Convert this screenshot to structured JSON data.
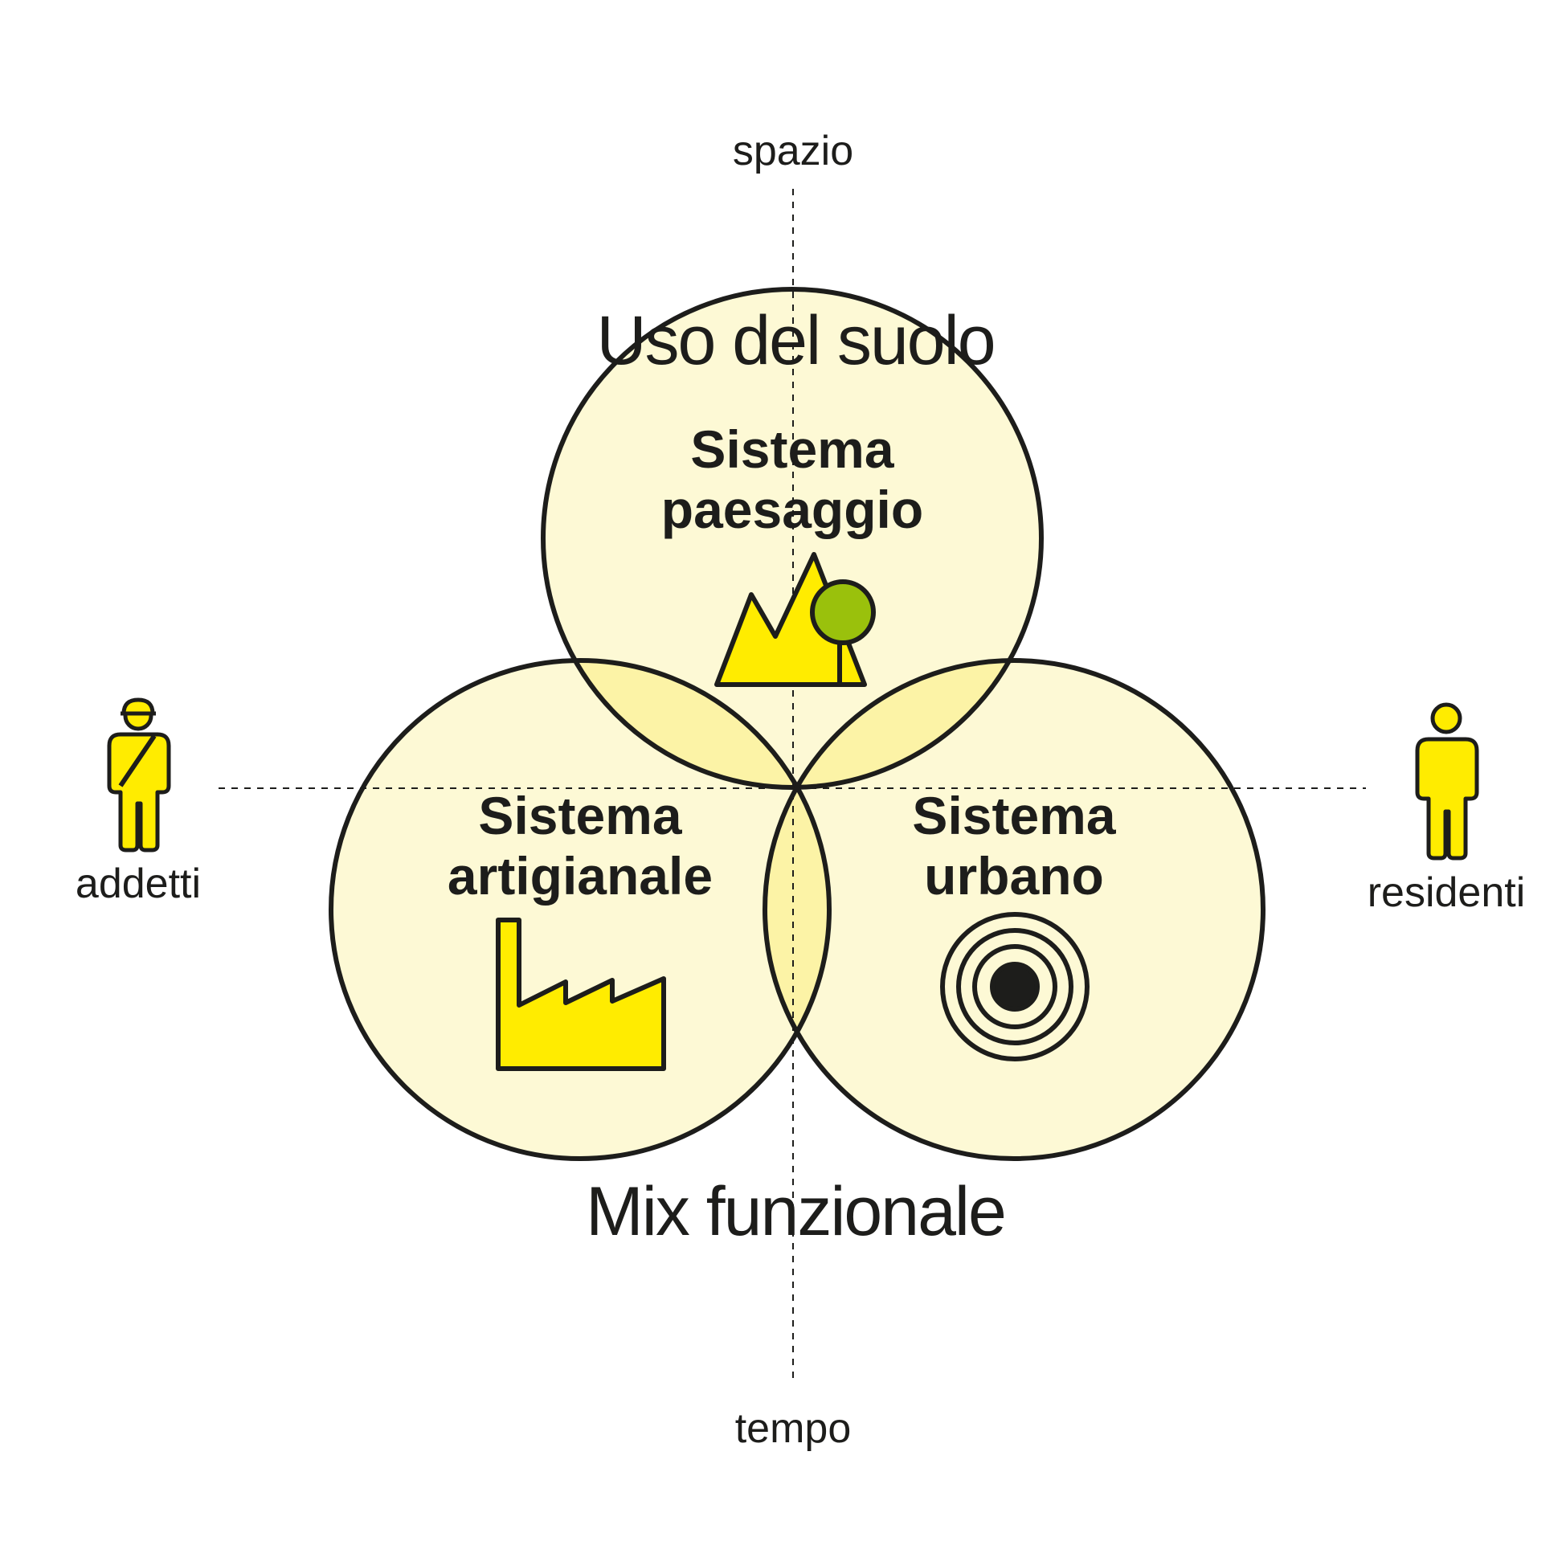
{
  "axes": {
    "top": "spazio",
    "bottom": "tempo",
    "left": "addetti",
    "right": "residenti"
  },
  "headings": {
    "top": "Uso del suolo",
    "bottom": "Mix funzionale"
  },
  "systems": [
    {
      "line1": "Sistema",
      "line2": "paesaggio",
      "icon": "landscape-icon"
    },
    {
      "line1": "Sistema",
      "line2": "artigianale",
      "icon": "factory-icon"
    },
    {
      "line1": "Sistema",
      "line2": "urbano",
      "icon": "target-icon"
    }
  ],
  "people": {
    "left_icon": "worker-icon",
    "right_icon": "resident-icon"
  },
  "colors": {
    "circle_fill": "#fdf9d5",
    "overlap_fill": "#fcf3a6",
    "icon_yellow": "#ffec00",
    "tree_green": "#9ac10c",
    "outline": "#1d1d1b",
    "background": "#ffffff"
  }
}
